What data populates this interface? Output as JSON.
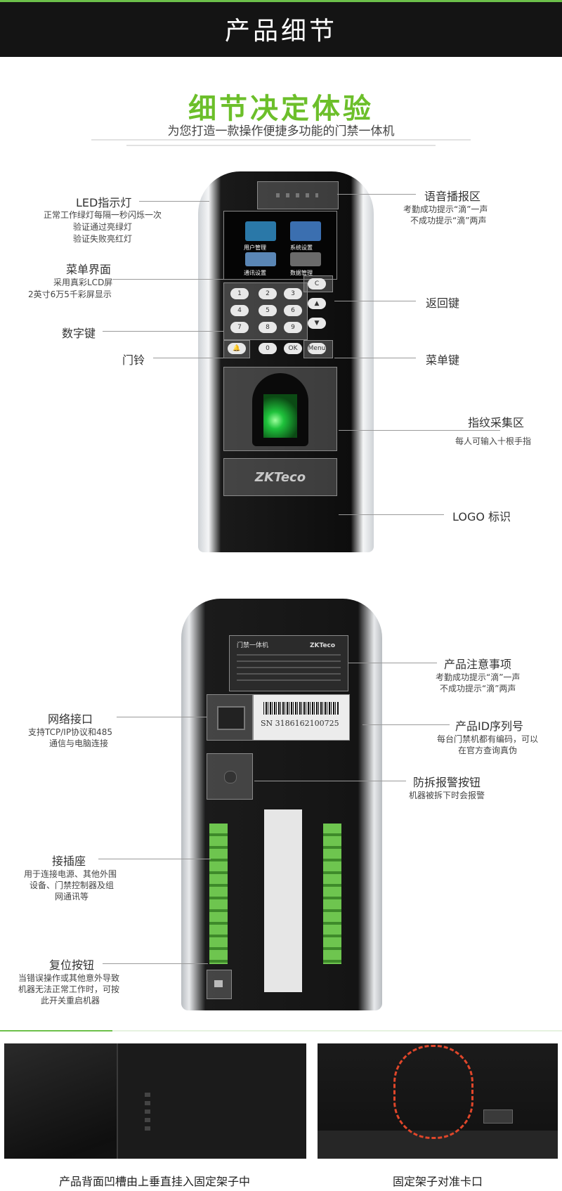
{
  "header": {
    "title": "产品细节"
  },
  "headline": "细节决定体验",
  "subheadline": "为您打造一款操作便捷多功能的门禁一体机",
  "front_callouts": {
    "led": {
      "title": "LED指示灯",
      "desc1": "正常工作绿灯每隔一秒闪烁一次",
      "desc2": "验证通过亮绿灯",
      "desc3": "验证失败亮红灯"
    },
    "menu_ui": {
      "title": "菜单界面",
      "desc1": "采用真彩LCD屏",
      "desc2": "2英寸6万5千彩屏显示"
    },
    "keypad": {
      "title": "数字键"
    },
    "doorbell": {
      "title": "门铃"
    },
    "voice": {
      "title": "语音播报区",
      "desc1": "考勤成功提示“滴”一声",
      "desc2": "不成功提示“滴”两声"
    },
    "back_key": {
      "title": "返回键"
    },
    "menu_key": {
      "title": "菜单键"
    },
    "fingerprint": {
      "title": "指纹采集区",
      "desc1": "每人可输入十根手指"
    },
    "logo": {
      "title": "LOGO 标识"
    }
  },
  "screen_icons": [
    "用户管理",
    "系统设置",
    "通讯设置",
    "数据管理"
  ],
  "keys": [
    "1",
    "2",
    "3",
    "C",
    "4",
    "5",
    "6",
    "▲",
    "7",
    "8",
    "9",
    "▼",
    "🔔",
    "0",
    "OK",
    "Menu"
  ],
  "brand": "ZKTeco",
  "back_callouts": {
    "notice": {
      "title": "产品注意事项",
      "desc1": "考勤成功提示“滴”一声",
      "desc2": "不成功提示“滴”两声"
    },
    "network": {
      "title": "网络接口",
      "desc1": "支持TCP/IP协议和485",
      "desc2": "通信与电脑连接"
    },
    "serial": {
      "title": "产品ID序列号",
      "desc1": "每台门禁机都有编码，可以",
      "desc2": "在官方查询真伪"
    },
    "tamper": {
      "title": "防拆报警按钮",
      "desc1": "机器被拆下时会报警"
    },
    "socket": {
      "title": "接插座",
      "desc1": "用于连接电源、其他外围",
      "desc2": "设备、门禁控制器及组",
      "desc3": "网通讯等"
    },
    "reset": {
      "title": "复位按钮",
      "desc1": "当错误操作或其他意外导致",
      "desc2": "机器无法正常工作时，可按",
      "desc3": "此开关重启机器"
    }
  },
  "label_plate": {
    "title": "门禁一体机",
    "brand": "ZKTeco"
  },
  "serial_number": "SN 3186162100725",
  "captions": {
    "left": "产品背面凹槽由上垂直挂入固定架子中",
    "right": "固定架子对准卡口"
  }
}
